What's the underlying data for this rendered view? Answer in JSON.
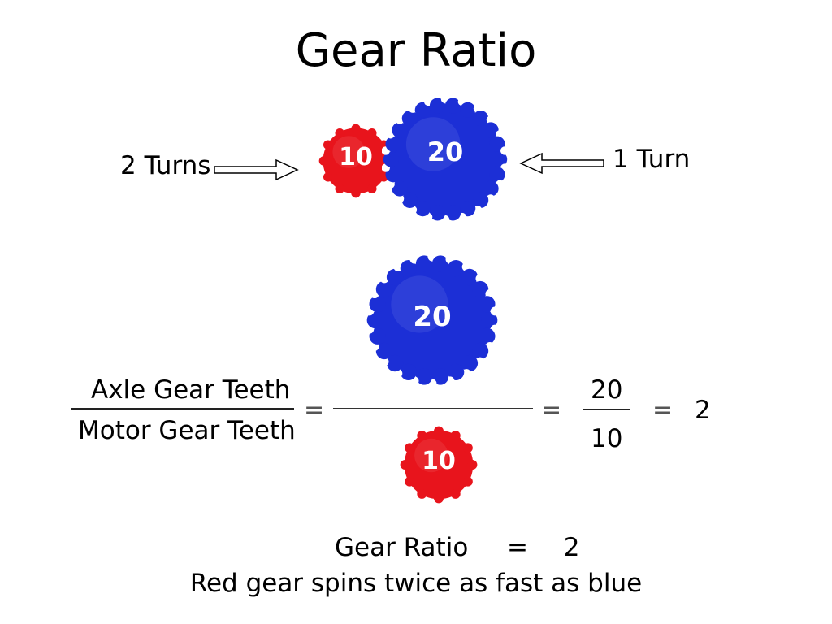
{
  "title": "Gear Ratio",
  "labels": {
    "left": "2 Turns",
    "right": "1 Turn"
  },
  "gears": {
    "red": {
      "teeth_label": "10",
      "color": "#e8141c"
    },
    "blue": {
      "teeth_label": "20",
      "color": "#1c2fd6"
    }
  },
  "equation": {
    "numerator": "Axle Gear Teeth",
    "denominator": "Motor Gear Teeth",
    "eq_sign": "=",
    "fraction_num": "20",
    "fraction_den": "10",
    "result": "2"
  },
  "summary": {
    "line1_label": "Gear Ratio",
    "line1_eq": "=",
    "line1_value": "2",
    "line2": "Red gear spins twice as fast as blue"
  },
  "arrow_icons": [
    "arrow-right-icon",
    "arrow-left-icon"
  ]
}
